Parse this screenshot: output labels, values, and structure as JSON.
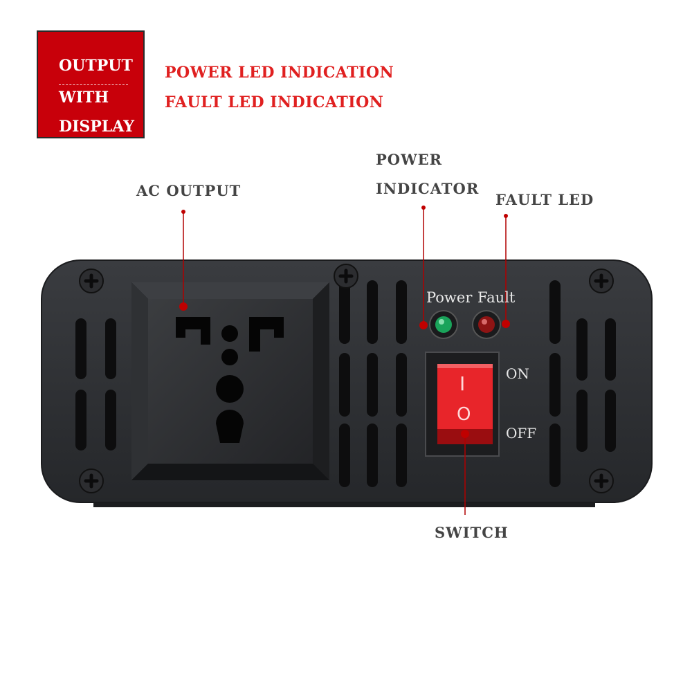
{
  "badge": {
    "line1": "OUTPUT",
    "line2": "WITH",
    "line3": "DISPLAY"
  },
  "features": {
    "power_led": "POWER LED INDICATION",
    "fault_led": "FAULT LED INDICATION"
  },
  "callouts": {
    "ac_output": "AC OUTPUT",
    "power_indicator_1": "POWER",
    "power_indicator_2": "INDICATOR",
    "fault_led": "FAULT LED",
    "switch": "SWITCH"
  },
  "panel": {
    "power_label": "Power",
    "fault_label": "Fault",
    "on_label": "ON",
    "off_label": "OFF",
    "switch_on_symbol": "I",
    "switch_off_symbol": "O"
  },
  "colors": {
    "accent_red": "#c8000a",
    "text_red": "#e02020",
    "panel": "#2e3033",
    "led_green": "#1aa35a",
    "led_red": "#c01818"
  }
}
